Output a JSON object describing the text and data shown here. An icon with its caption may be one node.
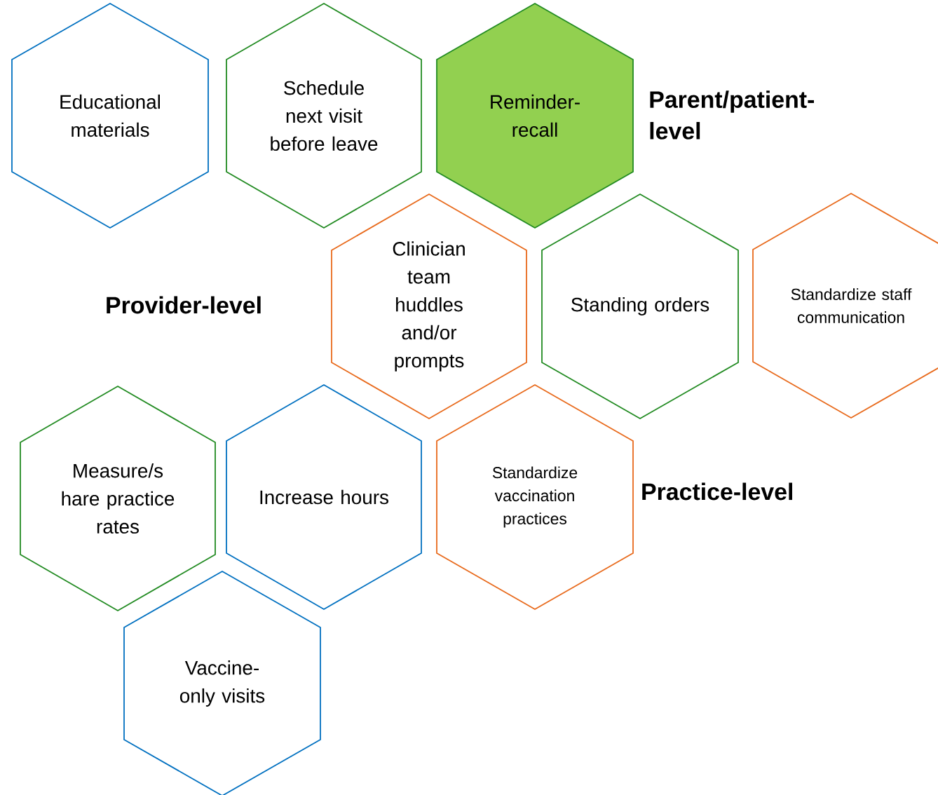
{
  "diagram": {
    "nodes": [
      {
        "text": [
          "Educational materials"
        ]
      },
      {
        "text": [
          "Schedule next visit before leave"
        ]
      },
      {
        "text": [
          "Reminder-recall"
        ]
      },
      {
        "text": [
          "Clinician team huddles and/or prompts"
        ]
      },
      {
        "text": [
          "Standing orders"
        ]
      },
      {
        "text": [
          "Standardize staff communication"
        ]
      },
      {
        "text": [
          "Measure/s hare practice rates"
        ]
      },
      {
        "text": [
          "Increase hours"
        ]
      },
      {
        "text": [
          "Standardize vaccination practices"
        ]
      },
      {
        "text": [
          "Vaccine-only visits"
        ]
      }
    ],
    "labels": [
      "Parent/patient-level",
      "Provider-level",
      "Practice-level"
    ]
  }
}
